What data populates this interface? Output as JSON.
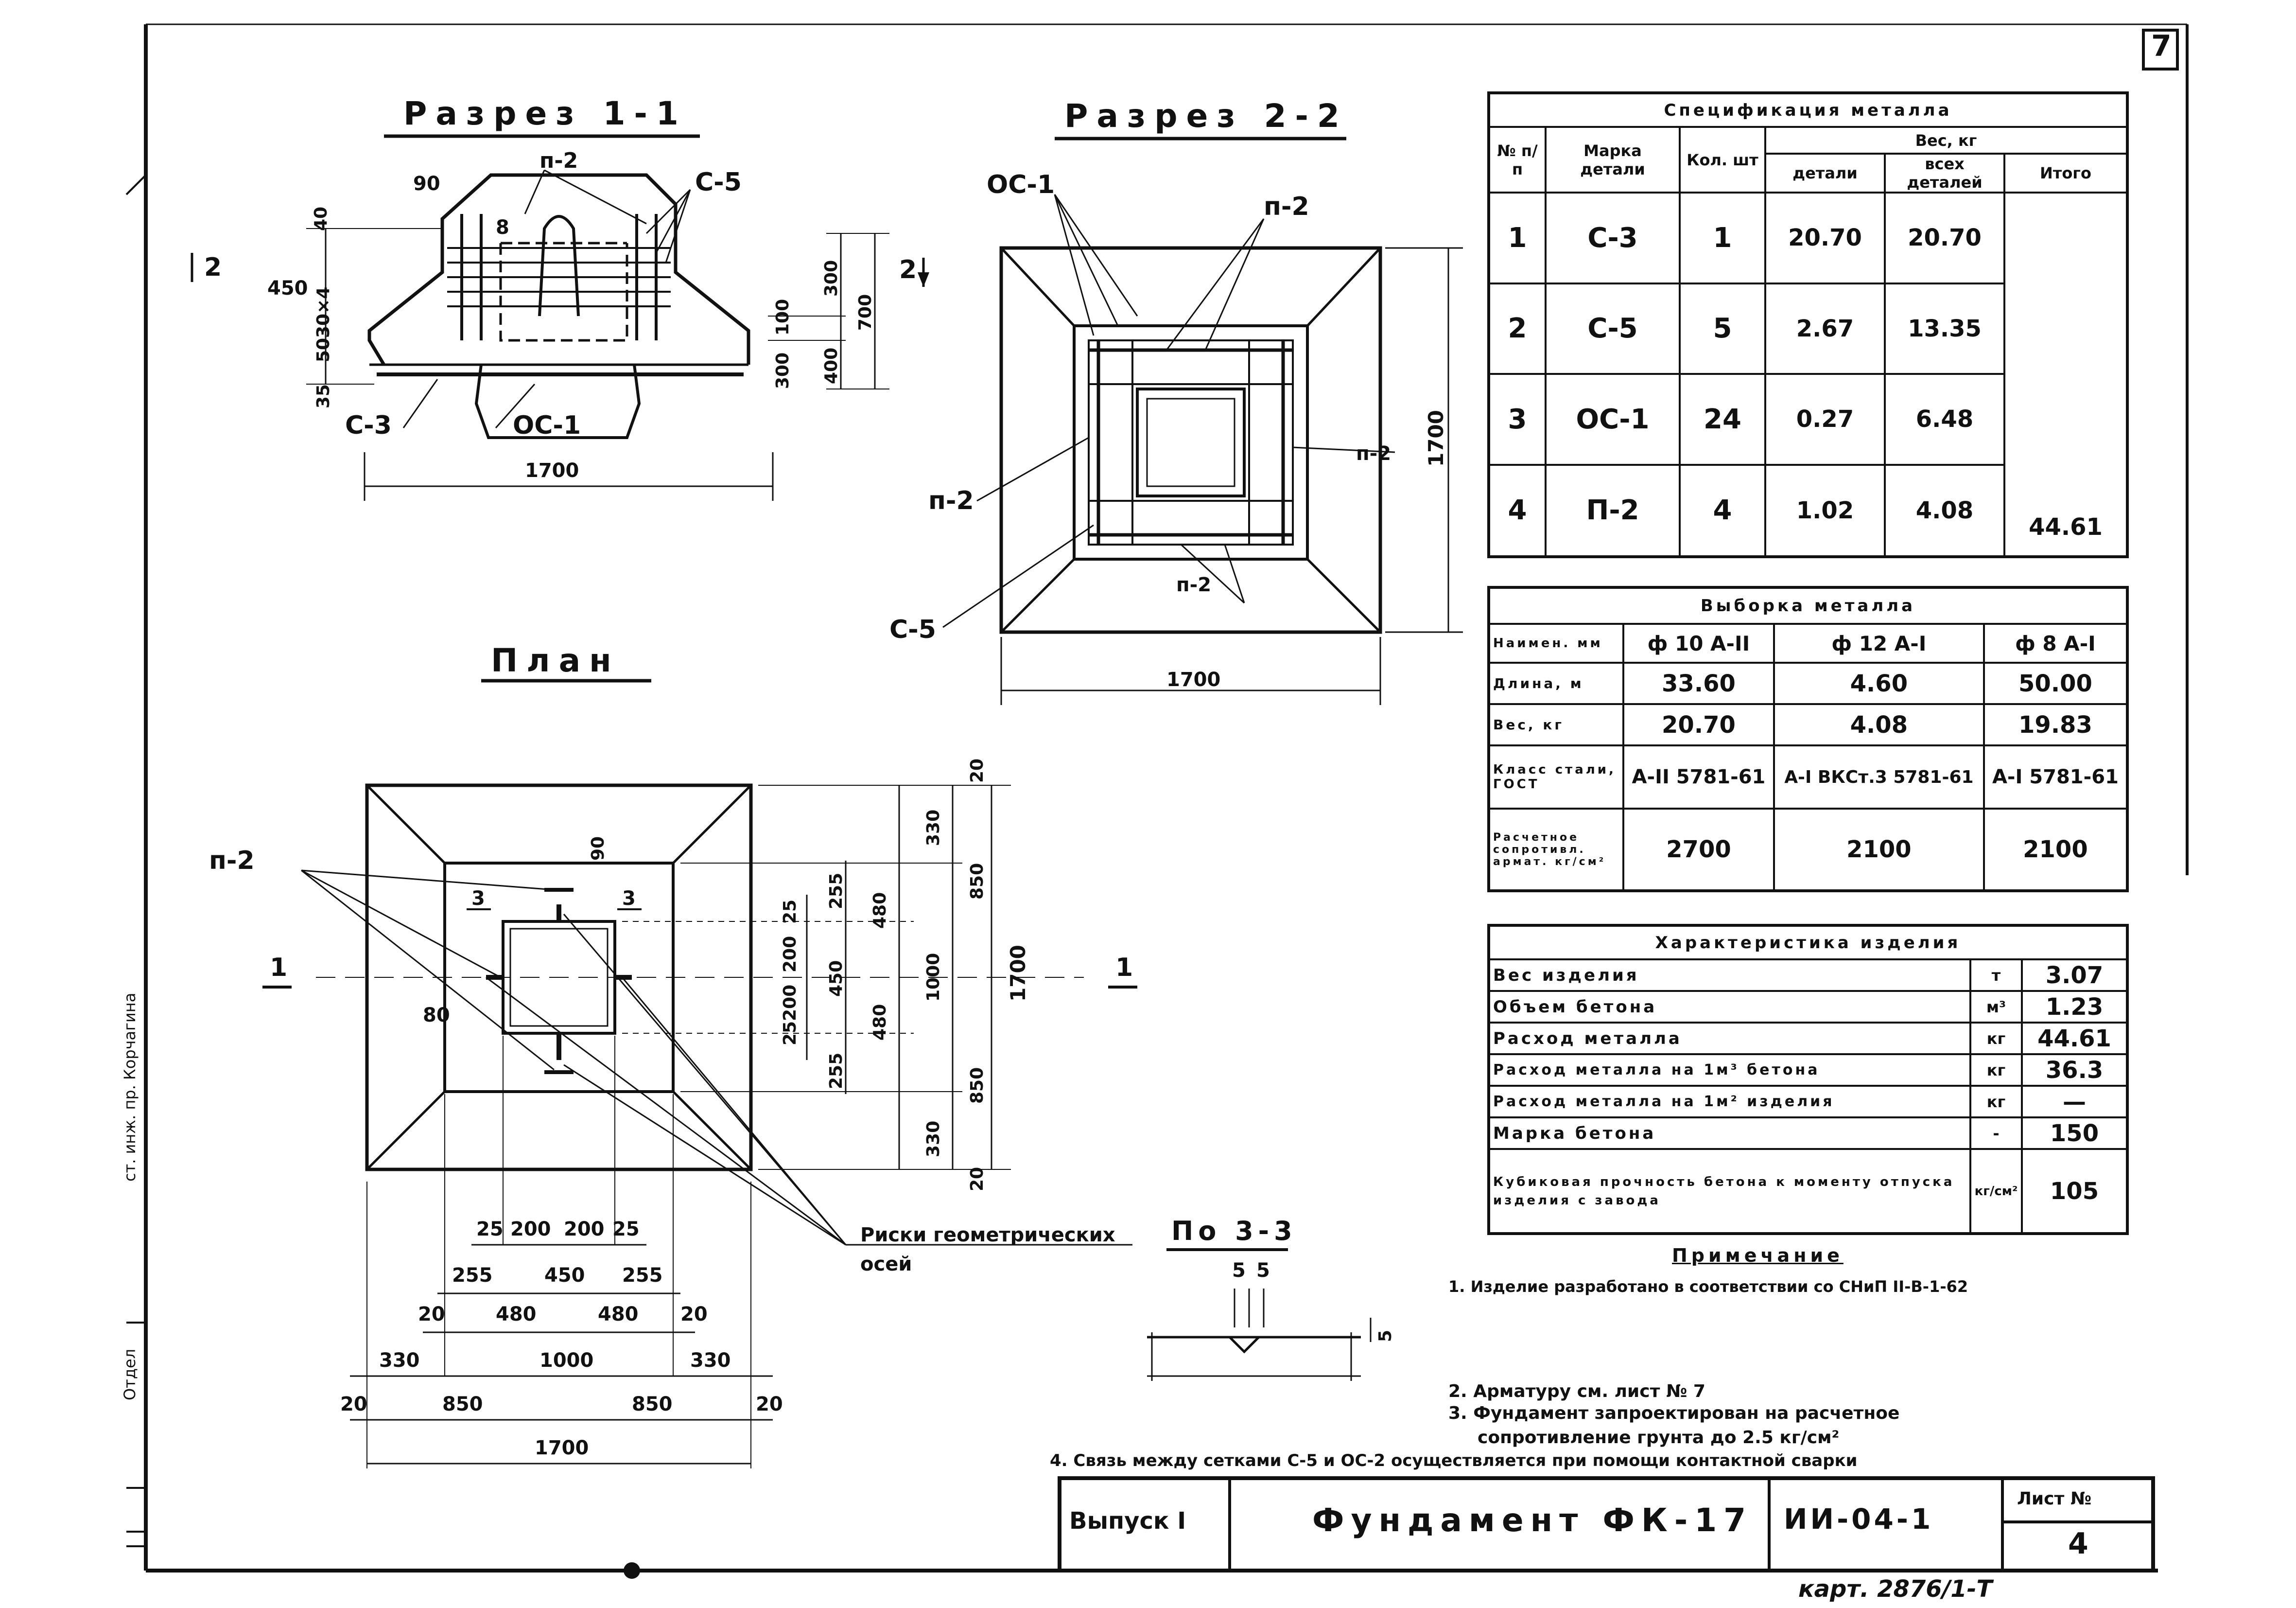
{
  "sheet_number_top": "7",
  "titles": {
    "section_1": "Разрез 1-1",
    "section_2": "Разрез 2-2",
    "plan": "План",
    "view_3": "По 3-3"
  },
  "section_1": {
    "refs": {
      "p2": "п-2",
      "c5": "С-5",
      "c3": "С-3",
      "oc1": "ОС-1",
      "cut_marker": "2"
    },
    "dims": {
      "d90": "90",
      "d8": "8",
      "d40": "40",
      "d450": "450",
      "d30x4": "30×4",
      "d50": "50",
      "d35": "35",
      "d300": "300",
      "d100": "100",
      "d700": "700",
      "d300b": "300",
      "d400": "400",
      "d1700": "1700"
    }
  },
  "section_2": {
    "refs": {
      "oc1": "ОС-1",
      "p2_top": "п-2",
      "p2_left": "п-2",
      "p2_right": "п-2",
      "p2_bottom": "п-2",
      "c5": "С-5"
    },
    "dims": {
      "w1700": "1700",
      "h1700": "1700"
    }
  },
  "plan": {
    "refs": {
      "p2": "п-2",
      "cut1_left": "1",
      "cut1_right": "1",
      "cut3_left": "3",
      "cut3_right": "3",
      "axes_note": "Риски геометрических осей"
    },
    "dims_right": [
      "20",
      "330",
      "850",
      "255",
      "480",
      "25",
      "200",
      "200",
      "25",
      "450",
      "480",
      "255",
      "1000",
      "850",
      "1700",
      "330",
      "20"
    ],
    "dims_bottom_1": [
      "25",
      "200",
      "200",
      "25"
    ],
    "dims_bottom_2": [
      "255",
      "450",
      "255"
    ],
    "dims_bottom_3": [
      "20",
      "480",
      "480",
      "20"
    ],
    "dims_bottom_4": [
      "330",
      "1000",
      "330"
    ],
    "dims_bottom_5": [
      "20",
      "850",
      "850",
      "20"
    ],
    "dims_bottom_6": "1700",
    "d80": "80",
    "d90": "90"
  },
  "view_3": {
    "d5a": "5",
    "d5b": "5",
    "d5c": "5"
  },
  "spec_table": {
    "title": "Спецификация металла",
    "col_n": "№ п/п",
    "col_mark": "Марка детали",
    "col_qty": "Кол. шт",
    "col_weight": "Вес, кг",
    "col_detail": "детали",
    "col_all": "всех деталей",
    "col_total": "Итого",
    "rows": [
      {
        "n": "1",
        "mark": "С-3",
        "qty": "1",
        "w1": "20.70",
        "w2": "20.70"
      },
      {
        "n": "2",
        "mark": "С-5",
        "qty": "5",
        "w1": "2.67",
        "w2": "13.35"
      },
      {
        "n": "3",
        "mark": "ОС-1",
        "qty": "24",
        "w1": "0.27",
        "w2": "6.48"
      },
      {
        "n": "4",
        "mark": "П-2",
        "qty": "4",
        "w1": "1.02",
        "w2": "4.08"
      }
    ],
    "total": "44.61"
  },
  "sample_table": {
    "title": "Выборка металла",
    "row_labels": [
      "Наимен. мм",
      "Длина, м",
      "Вес, кг",
      "Класс стали, ГОСТ",
      "Расчетное сопротивл. армат. кг/см²"
    ],
    "cols": [
      "ф 10 А-II",
      "ф 12 А-I",
      "ф 8 А-I"
    ],
    "length": [
      "33.60",
      "4.60",
      "50.00"
    ],
    "weight": [
      "20.70",
      "4.08",
      "19.83"
    ],
    "steel": [
      "А-II 5781-61",
      "А-I ВКСт.3 5781-61",
      "А-I 5781-61"
    ],
    "resist": [
      "2700",
      "2100",
      "2100"
    ]
  },
  "char_table": {
    "title": "Характеристика изделия",
    "rows": [
      {
        "label": "Вес изделия",
        "unit": "т",
        "value": "3.07"
      },
      {
        "label": "Объем бетона",
        "unit": "м³",
        "value": "1.23"
      },
      {
        "label": "Расход металла",
        "unit": "кг",
        "value": "44.61"
      },
      {
        "label": "Расход металла на 1м³ бетона",
        "unit": "кг",
        "value": "36.3"
      },
      {
        "label": "Расход металла на 1м² изделия",
        "unit": "кг",
        "value": "—"
      },
      {
        "label": "Марка бетона",
        "unit": "-",
        "value": "150"
      },
      {
        "label": "Кубиковая прочность бетона к моменту отпуска изделия с завода",
        "unit": "кг/см²",
        "value": "105"
      }
    ]
  },
  "notes": {
    "heading": "Примечание",
    "n1": "1. Изделие разработано в соответствии со СНиП II-В-1-62",
    "n2": "2. Арматуру см. лист № 7",
    "n3a": "3. Фундамент запроектирован на расчетное",
    "n3b": "сопротивление грунта до 2.5 кг/см²",
    "n4": "4. Связь между сетками С-5 и ОС-2 осуществляется при помощи контактной сварки"
  },
  "title_block": {
    "issue": "Выпуск I",
    "name": "Фундамент ФК-17",
    "code": "ИИ-04-1",
    "sheet_label": "Лист №",
    "sheet": "4"
  },
  "margin_text": {
    "engineer": "ст. инж. пр. Корчагина",
    "dept": "Отдел"
  },
  "footer_stamp": "карт. 2876/1-Т"
}
